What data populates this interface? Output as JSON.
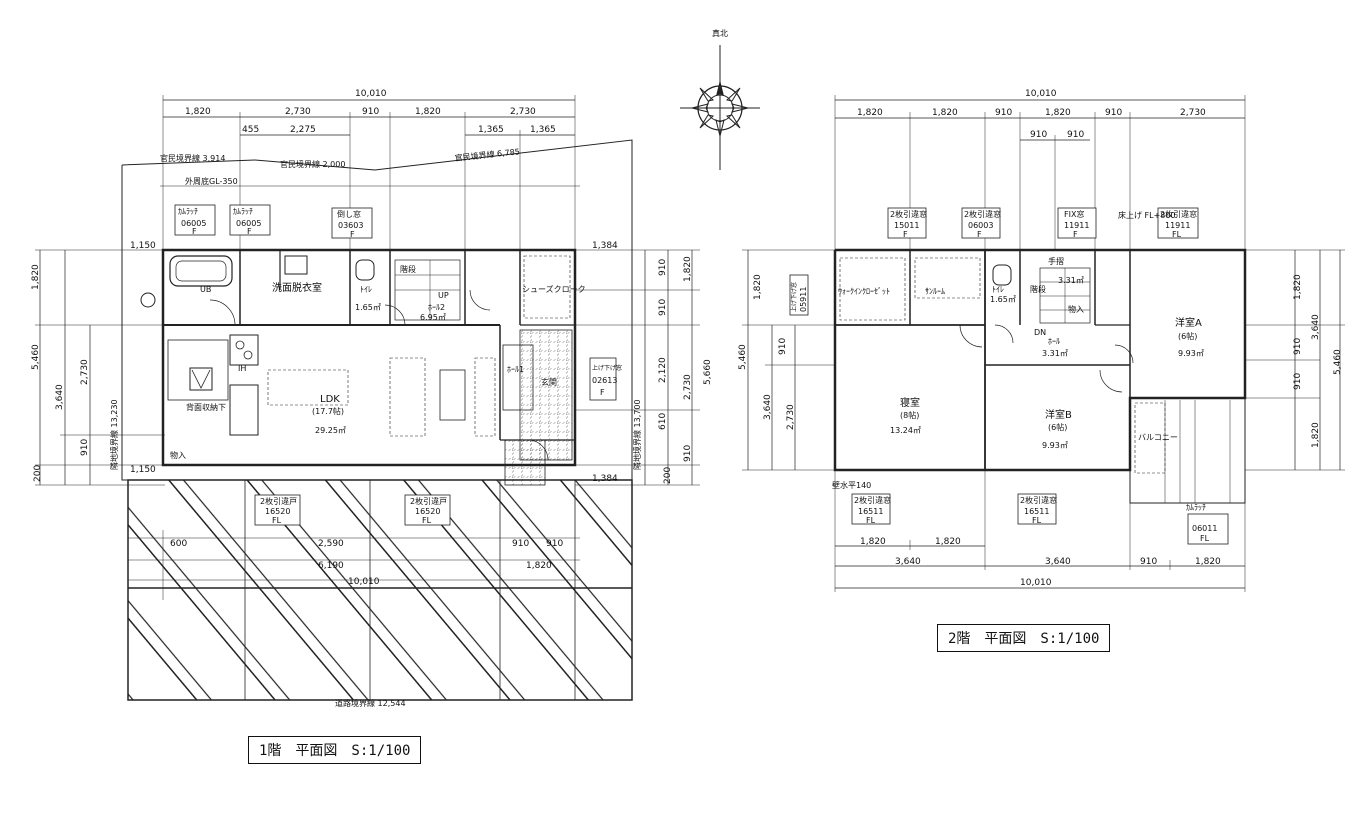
{
  "north_label": "真北",
  "floor1": {
    "title": "1階　平面図　S:1/100",
    "dims_top": [
      "10,010",
      "1,820",
      "2,730",
      "910",
      "1,820",
      "2,730",
      "455",
      "2,275",
      "1,365",
      "1,365"
    ],
    "dims_left": [
      "1,820",
      "5,460",
      "3,640",
      "2,730",
      "910",
      "200",
      "1,150",
      "1,150"
    ],
    "dims_right": [
      "1,820",
      "910",
      "910",
      "5,660",
      "2,730",
      "2,120",
      "610",
      "910",
      "200",
      "1,384",
      "1,384"
    ],
    "dims_bottom": [
      "600",
      "2,590",
      "6,190",
      "910",
      "910",
      "1,820",
      "10,010"
    ],
    "boundary_labels": [
      "官民境界線 3,914",
      "官民境界線 2,000",
      "官民境界線 6,785",
      "外周底GL-350",
      "隣地境界線 13,230",
      "隣地境界線 13,700",
      "道路境界線 12,544"
    ],
    "rooms": [
      {
        "name": "洗面脱衣室"
      },
      {
        "name": "UB"
      },
      {
        "name": "ﾄｲﾚ"
      },
      {
        "name": "1.65㎡"
      },
      {
        "name": "ﾎｰﾙ2"
      },
      {
        "name": "6.95㎡"
      },
      {
        "name": "階段"
      },
      {
        "name": "UP"
      },
      {
        "name": "シューズクローク"
      },
      {
        "name": "LDK"
      },
      {
        "name": "(17.7帖)"
      },
      {
        "name": "29.25㎡"
      },
      {
        "name": "ﾎｰﾙ1"
      },
      {
        "name": "玄関"
      },
      {
        "name": "IH"
      },
      {
        "name": "背面収納下"
      },
      {
        "name": "物入"
      }
    ],
    "windows": [
      {
        "t1": "ｶﾑﾗｯﾁ",
        "t2": "06005",
        "t3": "F"
      },
      {
        "t1": "ｶﾑﾗｯﾁ",
        "t2": "06005",
        "t3": "F"
      },
      {
        "t1": "倒し窓",
        "t2": "03603",
        "t3": "F"
      },
      {
        "t1": "上げ下げ窓",
        "t2": "02613",
        "t3": "F"
      },
      {
        "t1": "2枚引違戸",
        "t2": "16520",
        "t3": "FL"
      },
      {
        "t1": "2枚引違戸",
        "t2": "16520",
        "t3": "FL"
      }
    ]
  },
  "floor2": {
    "title": "2階　平面図　S:1/100",
    "dims_top": [
      "10,010",
      "1,820",
      "1,820",
      "910",
      "1,820",
      "910",
      "2,730",
      "910",
      "910"
    ],
    "dims_left": [
      "1,820",
      "5,460",
      "910",
      "3,640",
      "2,730"
    ],
    "dims_right": [
      "1,820",
      "3,640",
      "910",
      "910",
      "5,460",
      "1,820"
    ],
    "dims_bottom": [
      "1,820",
      "1,820",
      "3,640",
      "3,640",
      "910",
      "1,820",
      "10,010"
    ],
    "rooms": [
      {
        "name": "ｳｫｰｸｲﾝｸﾛｰｾﾞｯﾄ"
      },
      {
        "name": "ｻﾝﾙｰﾑ"
      },
      {
        "name": "ﾄｲﾚ"
      },
      {
        "name": "1.65㎡"
      },
      {
        "name": "手摺"
      },
      {
        "name": "3.31㎡"
      },
      {
        "name": "階段"
      },
      {
        "name": "物入"
      },
      {
        "name": "洋室A"
      },
      {
        "name": "(6帖)"
      },
      {
        "name": "9.93㎡"
      },
      {
        "name": "ﾎｰﾙ"
      },
      {
        "name": "3.31㎡"
      },
      {
        "name": "DN"
      },
      {
        "name": "寝室"
      },
      {
        "name": "(8帖)"
      },
      {
        "name": "13.24㎡"
      },
      {
        "name": "洋室B"
      },
      {
        "name": "(6帖)"
      },
      {
        "name": "9.93㎡"
      },
      {
        "name": "バルコニー"
      },
      {
        "name": "壁水平140"
      }
    ],
    "windows": [
      {
        "t1": "2枚引違窓",
        "t2": "15011",
        "t3": "F"
      },
      {
        "t1": "2枚引違窓",
        "t2": "06003",
        "t3": "F"
      },
      {
        "t1": "FIX窓",
        "t2": "11911",
        "t3": "F"
      },
      {
        "t1": "2枚引違窓",
        "t2": "11911",
        "t3": "FL"
      },
      {
        "t1": "上げ下げ窓",
        "t2": "05911",
        "t3": "F"
      },
      {
        "t1": "2枚引違窓",
        "t2": "16511",
        "t3": "FL"
      },
      {
        "t1": "2枚引違窓",
        "t2": "16511",
        "t3": "FL"
      },
      {
        "t1": "ｶﾑﾗｯﾁ",
        "t2": "06011",
        "t3": "FL"
      }
    ],
    "floor_note": "床上げ FL+800"
  }
}
